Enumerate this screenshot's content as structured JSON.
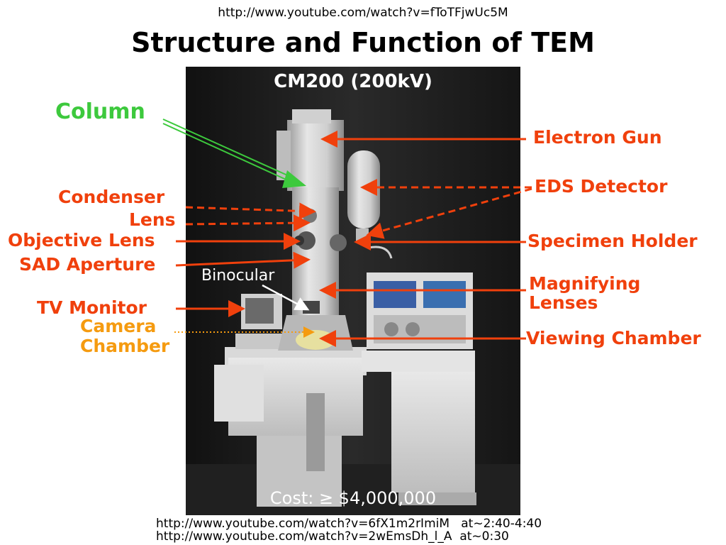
{
  "header": {
    "url": "http://www.youtube.com/watch?v=fToTFjwUc5M",
    "title": "Structure and Function of TEM"
  },
  "photo": {
    "model": "CM200 (200kV)",
    "binocular": "Binocular",
    "cost": "Cost: ≥ $4,000,000"
  },
  "labels_left": {
    "column": "Column",
    "condenser_1": "Condenser",
    "condenser_2": "Lens",
    "objective": "Objective Lens",
    "sad": "SAD Aperture",
    "tv": "TV Monitor",
    "camera_1": "Camera",
    "camera_2": "Chamber"
  },
  "labels_right": {
    "gun": "Electron Gun",
    "eds": "EDS Detector",
    "specimen": "Specimen Holder",
    "magnifying_1": "Magnifying",
    "magnifying_2": "Lenses",
    "viewing": "Viewing Chamber"
  },
  "footer": {
    "url1": "http://www.youtube.com/watch?v=6fX1m2rImiM   at~2:40-4:40",
    "url2": "http://www.youtube.com/watch?v=2wEmsDh_l_A  at~0:30"
  },
  "colors": {
    "label_red": "#f0400c",
    "column_green": "#3dc93d",
    "camera_orange": "#f59b10"
  }
}
